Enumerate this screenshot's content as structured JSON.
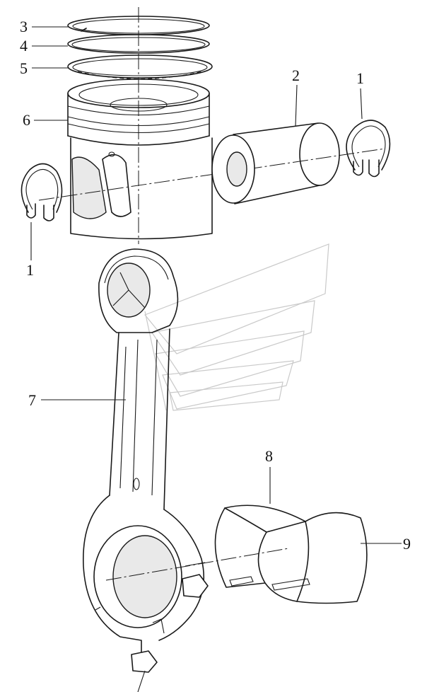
{
  "callouts": [
    {
      "id": "retaining-ring-right",
      "label": "1"
    },
    {
      "id": "piston-pin",
      "label": "2"
    },
    {
      "id": "top-compression-ring",
      "label": "3"
    },
    {
      "id": "second-compression-ring",
      "label": "4"
    },
    {
      "id": "oil-control-ring",
      "label": "5"
    },
    {
      "id": "piston",
      "label": "6"
    },
    {
      "id": "retaining-ring-left",
      "label": "1"
    },
    {
      "id": "connecting-rod",
      "label": "7"
    },
    {
      "id": "upper-bearing-shell",
      "label": "8"
    },
    {
      "id": "lower-bearing-shell",
      "label": "9"
    }
  ],
  "colors": {
    "line": "#1a1a1a",
    "background": "#ffffff",
    "watermark": "#c9c9c9"
  }
}
